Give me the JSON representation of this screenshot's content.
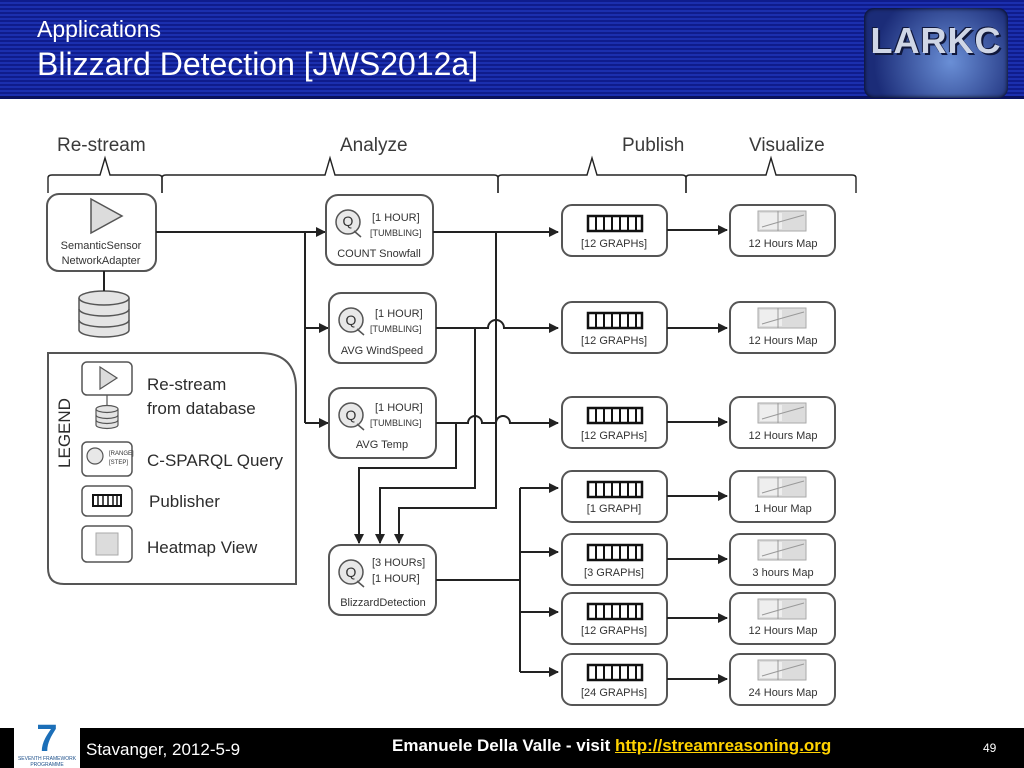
{
  "slide": {
    "supertitle": "Applications",
    "title": "Blizzard Detection  [JWS2012a]",
    "logo_text": "LARKC",
    "footer_left": "Stavanger, 2012-5-9",
    "footer_center_prefix": "Emanuele Della Valle - visit ",
    "footer_link": "http://streamreasoning.org",
    "page_number": "49",
    "fp7_number": "7",
    "fp7_caption": "SEVENTH FRAMEWORK PROGRAMME"
  },
  "diagram": {
    "sections": [
      "Re-stream",
      "Analyze",
      "Publish",
      "Visualize"
    ],
    "adapter": {
      "line1": "SemanticSensor",
      "line2": "NetworkAdapter"
    },
    "queries": [
      {
        "window": "[1 HOUR]",
        "type": "[TUMBLING]",
        "label": "COUNT Snowfall"
      },
      {
        "window": "[1 HOUR]",
        "type": "[TUMBLING]",
        "label": "AVG WindSpeed"
      },
      {
        "window": "[1 HOUR]",
        "type": "[TUMBLING]",
        "label": "AVG Temp"
      }
    ],
    "blizzard": {
      "window": "[3 HOURs]",
      "type": "[1 HOUR]",
      "label": "BlizzardDetection"
    },
    "publishers": [
      "[12 GRAPHs]",
      "[12 GRAPHs]",
      "[12 GRAPHs]",
      "[1 GRAPH]",
      "[3 GRAPHs]",
      "[12 GRAPHs]",
      "[24 GRAPHs]"
    ],
    "maps": [
      "12 Hours Map",
      "12 Hours Map",
      "12 Hours Map",
      "1 Hour Map",
      "3 hours Map",
      "12 Hours Map",
      "24 Hours Map"
    ],
    "legend": {
      "title": "LEGEND",
      "restream_line1": "Re-stream",
      "restream_line2": "from database",
      "query": "C-SPARQL Query",
      "query_range": "[RANGE]",
      "query_step": "[STEP]",
      "publisher": "Publisher",
      "heatmap": "Heatmap View"
    },
    "q_glyph": "Q"
  }
}
